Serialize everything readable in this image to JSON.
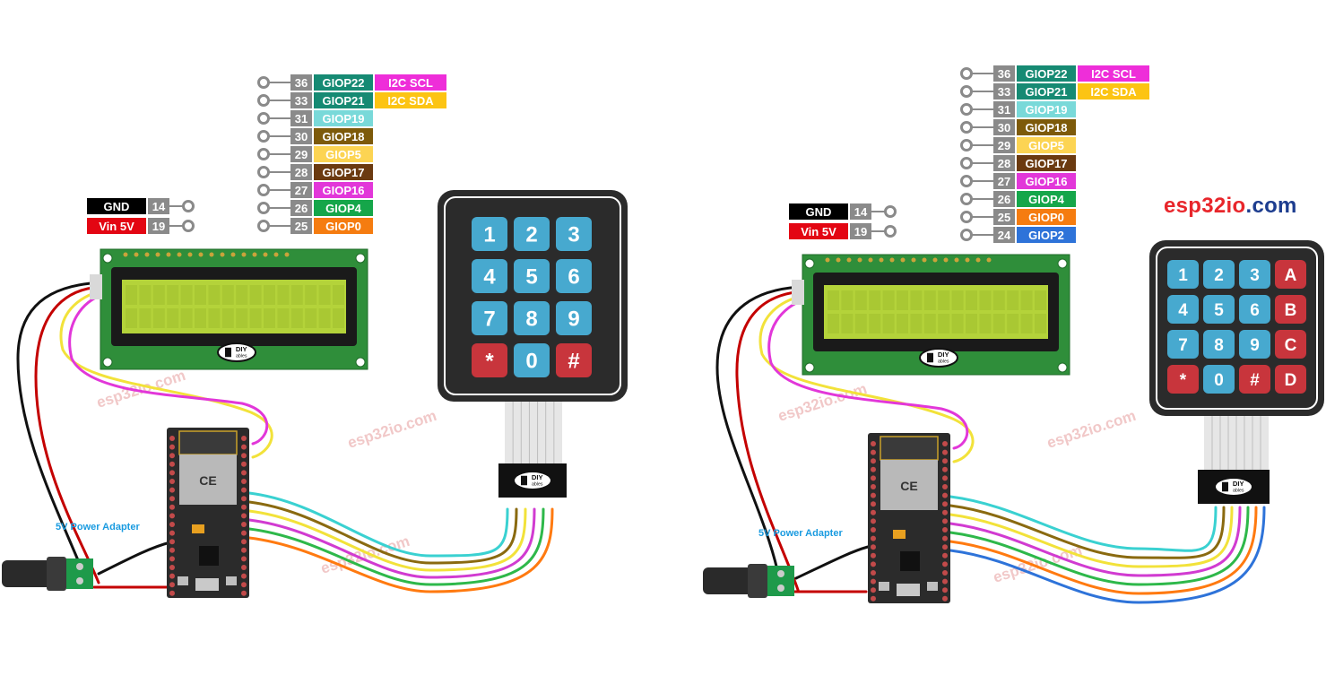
{
  "brand": {
    "part1": "esp32io",
    "part2": ".com",
    "color_red": "#e8262b",
    "color_blue": "#1d3d8f"
  },
  "watermark": "esp32io.com",
  "power_adapter_label": "5V Power Adapter",
  "diy_logo": {
    "top": "DIY",
    "bottom": "ables"
  },
  "power_pins": [
    {
      "name": "GND",
      "num": "14",
      "color": "#000000"
    },
    {
      "name": "Vin 5V",
      "num": "19",
      "color": "#e30613"
    }
  ],
  "left_pins": [
    {
      "num": "36",
      "gpio": "GIOP22",
      "gpio_color": "#168a73",
      "func": "I2C SCL",
      "func_color": "#ee2ed9"
    },
    {
      "num": "33",
      "gpio": "GIOP21",
      "gpio_color": "#168a73",
      "func": "I2C SDA",
      "func_color": "#fcc413"
    },
    {
      "num": "31",
      "gpio": "GIOP19",
      "gpio_color": "#79d9d9"
    },
    {
      "num": "30",
      "gpio": "GIOP18",
      "gpio_color": "#7d5a0a"
    },
    {
      "num": "29",
      "gpio": "GIOP5",
      "gpio_color": "#fcd453"
    },
    {
      "num": "28",
      "gpio": "GIOP17",
      "gpio_color": "#6b3a10"
    },
    {
      "num": "27",
      "gpio": "GIOP16",
      "gpio_color": "#e237d9"
    },
    {
      "num": "26",
      "gpio": "GIOP4",
      "gpio_color": "#15a64a"
    },
    {
      "num": "25",
      "gpio": "GIOP0",
      "gpio_color": "#f57c10"
    }
  ],
  "right_pins": [
    {
      "num": "36",
      "gpio": "GIOP22",
      "gpio_color": "#168a73",
      "func": "I2C SCL",
      "func_color": "#ee2ed9"
    },
    {
      "num": "33",
      "gpio": "GIOP21",
      "gpio_color": "#168a73",
      "func": "I2C SDA",
      "func_color": "#fcc413"
    },
    {
      "num": "31",
      "gpio": "GIOP19",
      "gpio_color": "#79d9d9"
    },
    {
      "num": "30",
      "gpio": "GIOP18",
      "gpio_color": "#7d5a0a"
    },
    {
      "num": "29",
      "gpio": "GIOP5",
      "gpio_color": "#fcd453"
    },
    {
      "num": "28",
      "gpio": "GIOP17",
      "gpio_color": "#6b3a10"
    },
    {
      "num": "27",
      "gpio": "GIOP16",
      "gpio_color": "#e237d9"
    },
    {
      "num": "26",
      "gpio": "GIOP4",
      "gpio_color": "#15a64a"
    },
    {
      "num": "25",
      "gpio": "GIOP0",
      "gpio_color": "#f57c10"
    },
    {
      "num": "24",
      "gpio": "GIOP2",
      "gpio_color": "#2e73d9"
    }
  ],
  "keypad_3x4": [
    [
      "1",
      "2",
      "3"
    ],
    [
      "4",
      "5",
      "6"
    ],
    [
      "7",
      "8",
      "9"
    ],
    [
      "*",
      "0",
      "#"
    ]
  ],
  "keypad_4x4": [
    [
      "1",
      "2",
      "3",
      "A"
    ],
    [
      "4",
      "5",
      "6",
      "B"
    ],
    [
      "7",
      "8",
      "9",
      "C"
    ],
    [
      "*",
      "0",
      "#",
      "D"
    ]
  ],
  "colors": {
    "key_blue": "#47a9cf",
    "key_red": "#c8353c",
    "lcd_pcb": "#2f8e3a",
    "lcd_screen": "#b4d33a",
    "esp_board": "#2b2b2b",
    "wire_red": "#c40000",
    "wire_black": "#111111"
  }
}
